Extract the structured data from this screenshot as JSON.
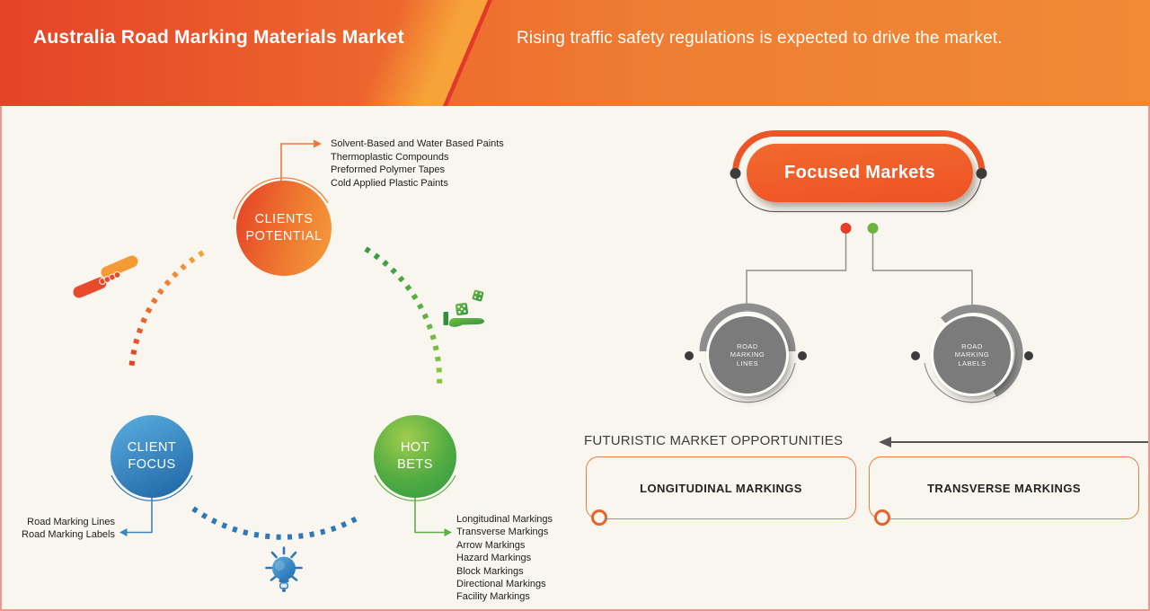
{
  "header": {
    "title": "Australia Road Marking Materials Market",
    "subtitle": "Rising traffic safety regulations is expected to drive the market."
  },
  "left_diagram": {
    "clients_potential": {
      "line1": "CLIENTS",
      "line2": "POTENTIAL",
      "items": [
        "Solvent-Based and Water Based Paints",
        "Thermoplastic Compounds",
        "Preformed Polymer Tapes",
        "Cold Applied Plastic Paints"
      ]
    },
    "client_focus": {
      "line1": "CLIENT",
      "line2": "FOCUS",
      "items": [
        "Road Marking Lines",
        "Road Marking Labels"
      ]
    },
    "hot_bets": {
      "line1": "HOT",
      "line2": "BETS",
      "items": [
        "Longitudinal Markings",
        "Transverse Markings",
        "Arrow Markings",
        "Hazard Markings",
        "Block Markings",
        "Directional Markings",
        "Facility Markings"
      ]
    },
    "icons": {
      "clients_potential": "handshake-icon",
      "hot_bets": "dice-in-hand-icon",
      "client_focus": "lightbulb-icon"
    }
  },
  "focused_markets": {
    "title": "Focused Markets",
    "nodes": [
      {
        "line1": "ROAD",
        "line2": "MARKING",
        "line3": "LINES"
      },
      {
        "line1": "ROAD",
        "line2": "MARKING",
        "line3": "LABELS"
      }
    ]
  },
  "opportunities": {
    "heading": "FUTURISTIC MARKET OPPORTUNITIES",
    "boxes": [
      {
        "label": "LONGITUDINAL MARKINGS"
      },
      {
        "label": "TRANSVERSE MARKINGS"
      }
    ]
  },
  "colors": {
    "header_gradient_left": "#e54327",
    "header_gradient_right": "#f08a35",
    "accent_orange": "#ee5526",
    "accent_red": "#e63c28",
    "accent_green": "#6db33f",
    "accent_blue": "#2e78ba",
    "circle_orange": "#ef7c31",
    "circle_blue": "#2f7fc1",
    "circle_green": "#4aa843",
    "node_gray": "#7b7b7b",
    "background": "#f8f6ef",
    "page_border": "#ef978c"
  }
}
